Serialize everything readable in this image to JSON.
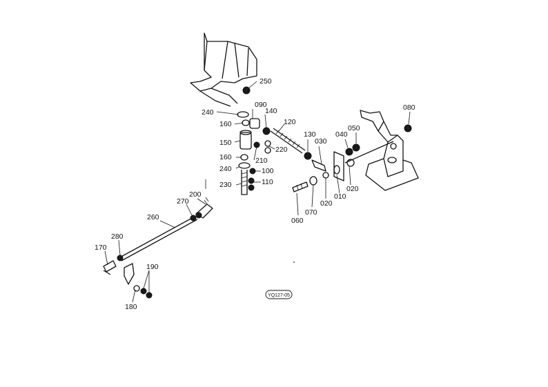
{
  "diagram": {
    "labels": {
      "l250": "250",
      "l240a": "240",
      "l090": "090",
      "l140": "140",
      "l160a": "160",
      "l120": "120",
      "l150": "150",
      "l220": "220",
      "l210": "210",
      "l160b": "160",
      "l240b": "240",
      "l100": "100",
      "l230": "230",
      "l110": "110",
      "l130": "130",
      "l030": "030",
      "l040": "040",
      "l050": "050",
      "l080": "080",
      "l020a": "020",
      "l020b": "020",
      "l010": "010",
      "l070": "070",
      "l060": "060",
      "l200": "200",
      "l270": "270",
      "l260": "260",
      "l280": "280",
      "l170": "170",
      "l190": "190",
      "l180": "180"
    },
    "stamp": "YQ127-05"
  }
}
